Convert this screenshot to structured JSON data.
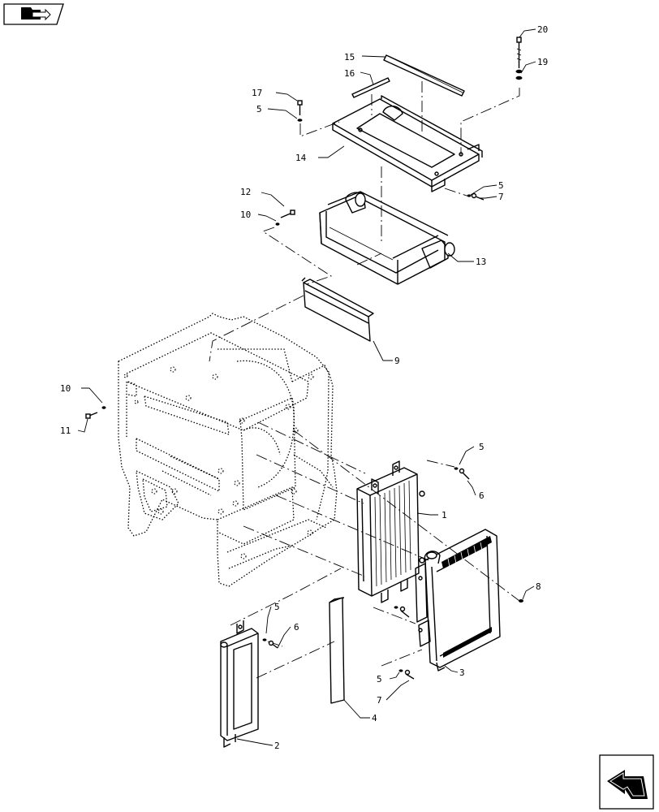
{
  "nav": {
    "back_icon": "folder-back-arrow-icon",
    "corner_icon": "return-arrow-icon"
  },
  "callouts": {
    "c1": "1",
    "c2": "2",
    "c3": "3",
    "c4": "4",
    "c5a": "5",
    "c5b": "5",
    "c5c": "5",
    "c5d": "5",
    "c5e": "5",
    "c6a": "6",
    "c6b": "6",
    "c7a": "7",
    "c7b": "7",
    "c8": "8",
    "c9": "9",
    "c10a": "10",
    "c10b": "10",
    "c11": "11",
    "c12": "12",
    "c13": "13",
    "c14": "14",
    "c15": "15",
    "c16": "16",
    "c17": "17",
    "c19": "19",
    "c20": "20"
  }
}
